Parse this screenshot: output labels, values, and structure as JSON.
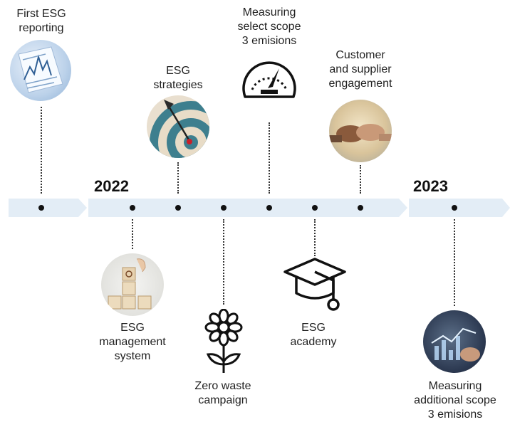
{
  "years": [
    "2022",
    "2023"
  ],
  "milestones": [
    {
      "id": "first-esg-reporting",
      "text": "First ESG\nreporting",
      "icon": "document-chart-icon"
    },
    {
      "id": "esg-strategies",
      "text": "ESG\nstrategies",
      "icon": "dartboard-icon"
    },
    {
      "id": "measuring-select-scope-3",
      "text": "Measuring\nselect scope\n3 emisions",
      "icon": "speedometer-icon"
    },
    {
      "id": "customer-supplier-engagement",
      "text": "Customer\nand supplier\nengagement",
      "icon": "fist-bump-icon"
    },
    {
      "id": "esg-management-system",
      "text": "ESG\nmanagement\nsystem",
      "icon": "stacked-blocks-icon"
    },
    {
      "id": "zero-waste-campaign",
      "text": "Zero waste\ncampaign",
      "icon": "flower-icon"
    },
    {
      "id": "esg-academy",
      "text": "ESG\nacademy",
      "icon": "graduation-cap-icon"
    },
    {
      "id": "measuring-additional-scope-3",
      "text": "Measuring\nadditional scope\n3 emisions",
      "icon": "data-analytics-icon"
    }
  ],
  "colors": {
    "timeline_band": "#e3edf6",
    "dot": "#111111",
    "line": "#333333"
  }
}
